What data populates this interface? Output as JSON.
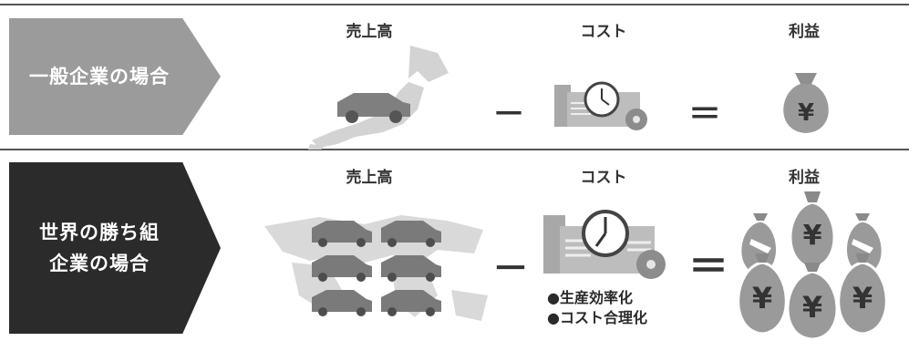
{
  "rows": [
    {
      "label_lines": [
        "一般企業の場合"
      ],
      "headers": {
        "sales": "売上高",
        "cost": "コスト",
        "profit": "利益"
      },
      "operators": {
        "minus": "－",
        "equals": "＝"
      },
      "sales_icon": "japan-map-with-car-icon",
      "cost_icon": "factory-clock-gear-icon",
      "profit_icon": "yen-money-bag-icon",
      "yen": "¥"
    },
    {
      "label_lines": [
        "世界の勝ち組",
        "企業の場合"
      ],
      "headers": {
        "sales": "売上高",
        "cost": "コスト",
        "profit": "利益"
      },
      "operators": {
        "minus": "－",
        "equals": "＝"
      },
      "sales_icon": "world-map-with-cars-icon",
      "cost_icon": "factory-clock-gear-icon",
      "profit_icon": "yen-money-bags-pile-icon",
      "bullets": [
        "●生産効率化",
        "●コスト合理化"
      ],
      "yen": "¥"
    }
  ],
  "colors": {
    "row1_label_bg": "#9b9b9b",
    "row2_label_bg": "#2b2b2b",
    "icon_gray": "#8c8c8c",
    "light_gray": "#cfcfcf"
  }
}
